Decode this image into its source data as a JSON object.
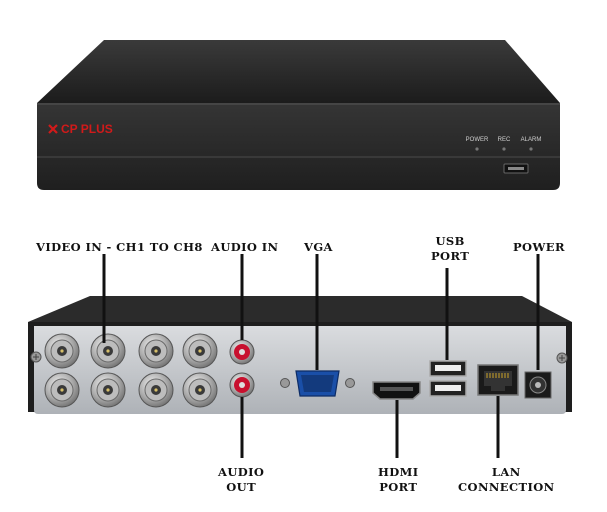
{
  "front_panel": {
    "brand": "CP PLUS",
    "indicators": [
      "POWER",
      "REC",
      "ALARM"
    ]
  },
  "callouts": {
    "video_in": "VIDEO IN - CH1 TO CH8",
    "audio_in": "AUDIO IN",
    "vga": "VGA",
    "usb_port": [
      "USB",
      "PORT"
    ],
    "power": "POWER",
    "audio_out": [
      "AUDIO",
      "OUT"
    ],
    "hdmi_port": [
      "HDMI",
      "PORT"
    ],
    "lan_connection": [
      "LAN",
      "CONNECTION"
    ]
  },
  "colors": {
    "device_body": "#2b2b2b",
    "rear_plate": "#c9ccd0",
    "brand_red": "#d11a1a",
    "audio_red": "#c8102e"
  }
}
